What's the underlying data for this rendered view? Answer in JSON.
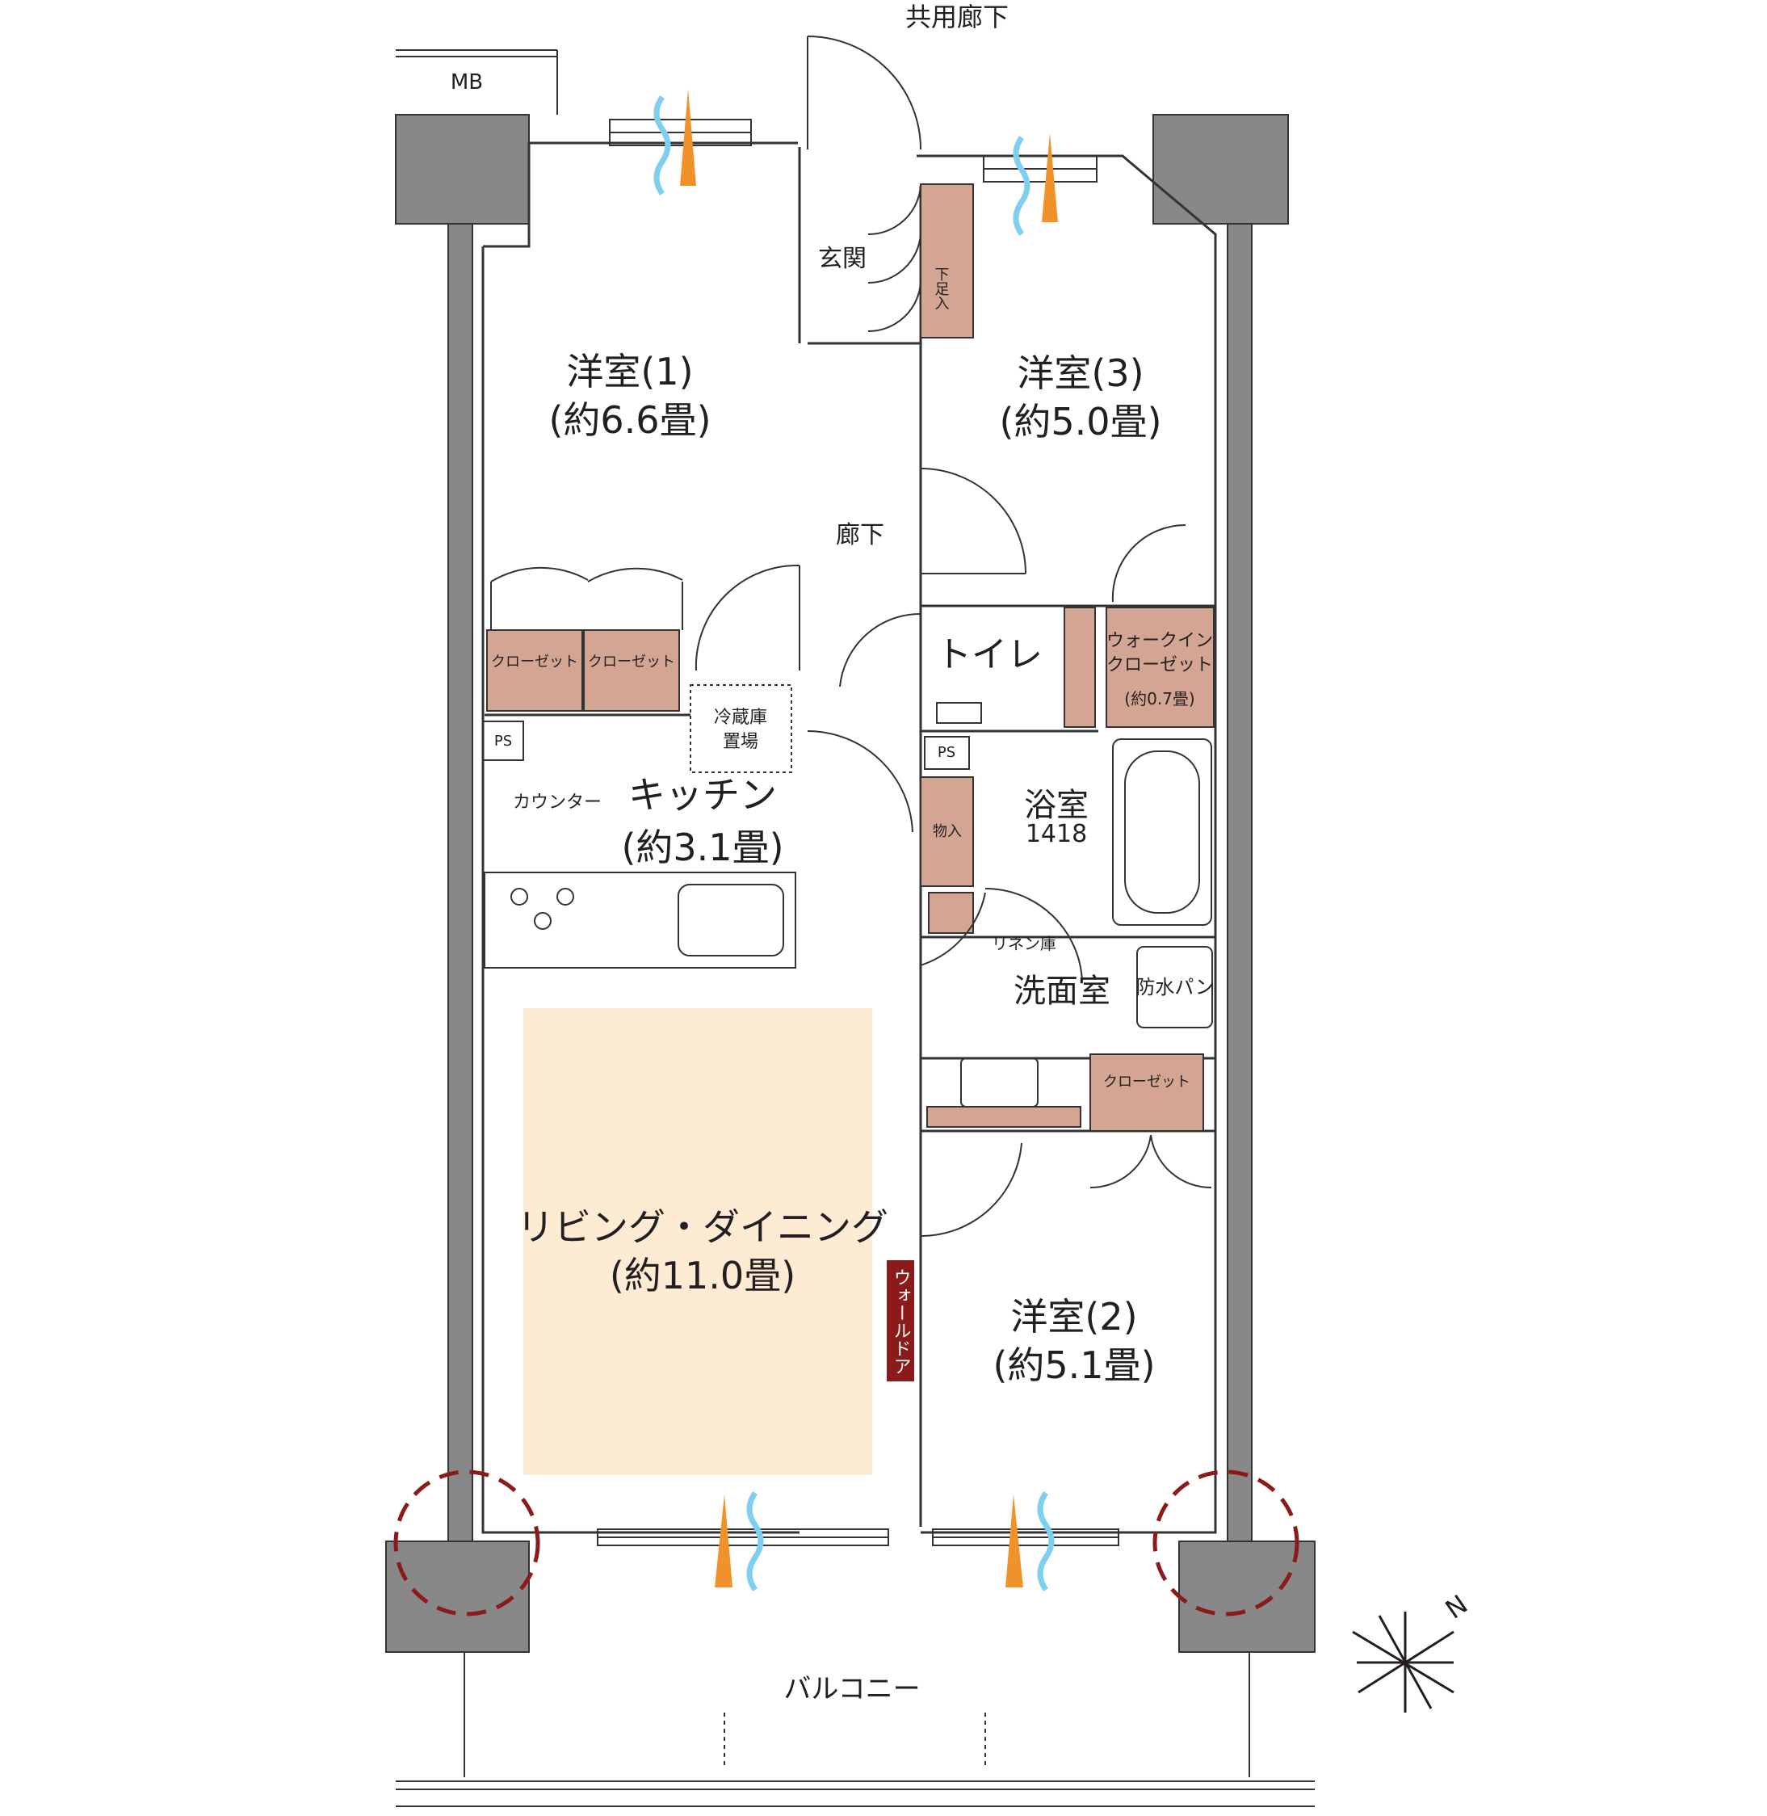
{
  "header": {
    "corridor": "共用廊下",
    "mb": "MB"
  },
  "rooms": {
    "western1": {
      "name": "洋室(1)",
      "size": "(約6.6畳)"
    },
    "western2": {
      "name": "洋室(2)",
      "size": "(約5.1畳)"
    },
    "western3": {
      "name": "洋室(3)",
      "size": "(約5.0畳)"
    },
    "entrance": "玄関",
    "hallway": "廊下",
    "toilet": "トイレ",
    "kitchen": {
      "name": "キッチン",
      "size": "(約3.1畳)"
    },
    "living": {
      "name": "リビング・ダイニング",
      "size": "(約11.0畳)"
    },
    "bathroom": {
      "name": "浴室",
      "code": "1418"
    },
    "washroom": "洗面室",
    "balcony": "バルコニー"
  },
  "labels": {
    "closet": "クローゼット",
    "wic_line1": "ウォークイン",
    "wic_line2": "クローゼット",
    "wic_size": "(約0.7畳)",
    "shoe_storage": "下足入",
    "storage": "物入",
    "fridge_line1": "冷蔵庫",
    "fridge_line2": "置場",
    "ps": "PS",
    "counter": "カウンター",
    "linen": "リネン庫",
    "washer_pan": "防水パン",
    "wall_door": "ウォールドア",
    "compass_n": "N"
  },
  "colors": {
    "wall": "#888888",
    "storage": "#d4a592",
    "living_floor": "#fdebd3",
    "wall_door": "#8b1a1a",
    "airflow_in": "#7fd0f0",
    "airflow_out": "#f0922a",
    "marker": "#8b1a1a"
  }
}
